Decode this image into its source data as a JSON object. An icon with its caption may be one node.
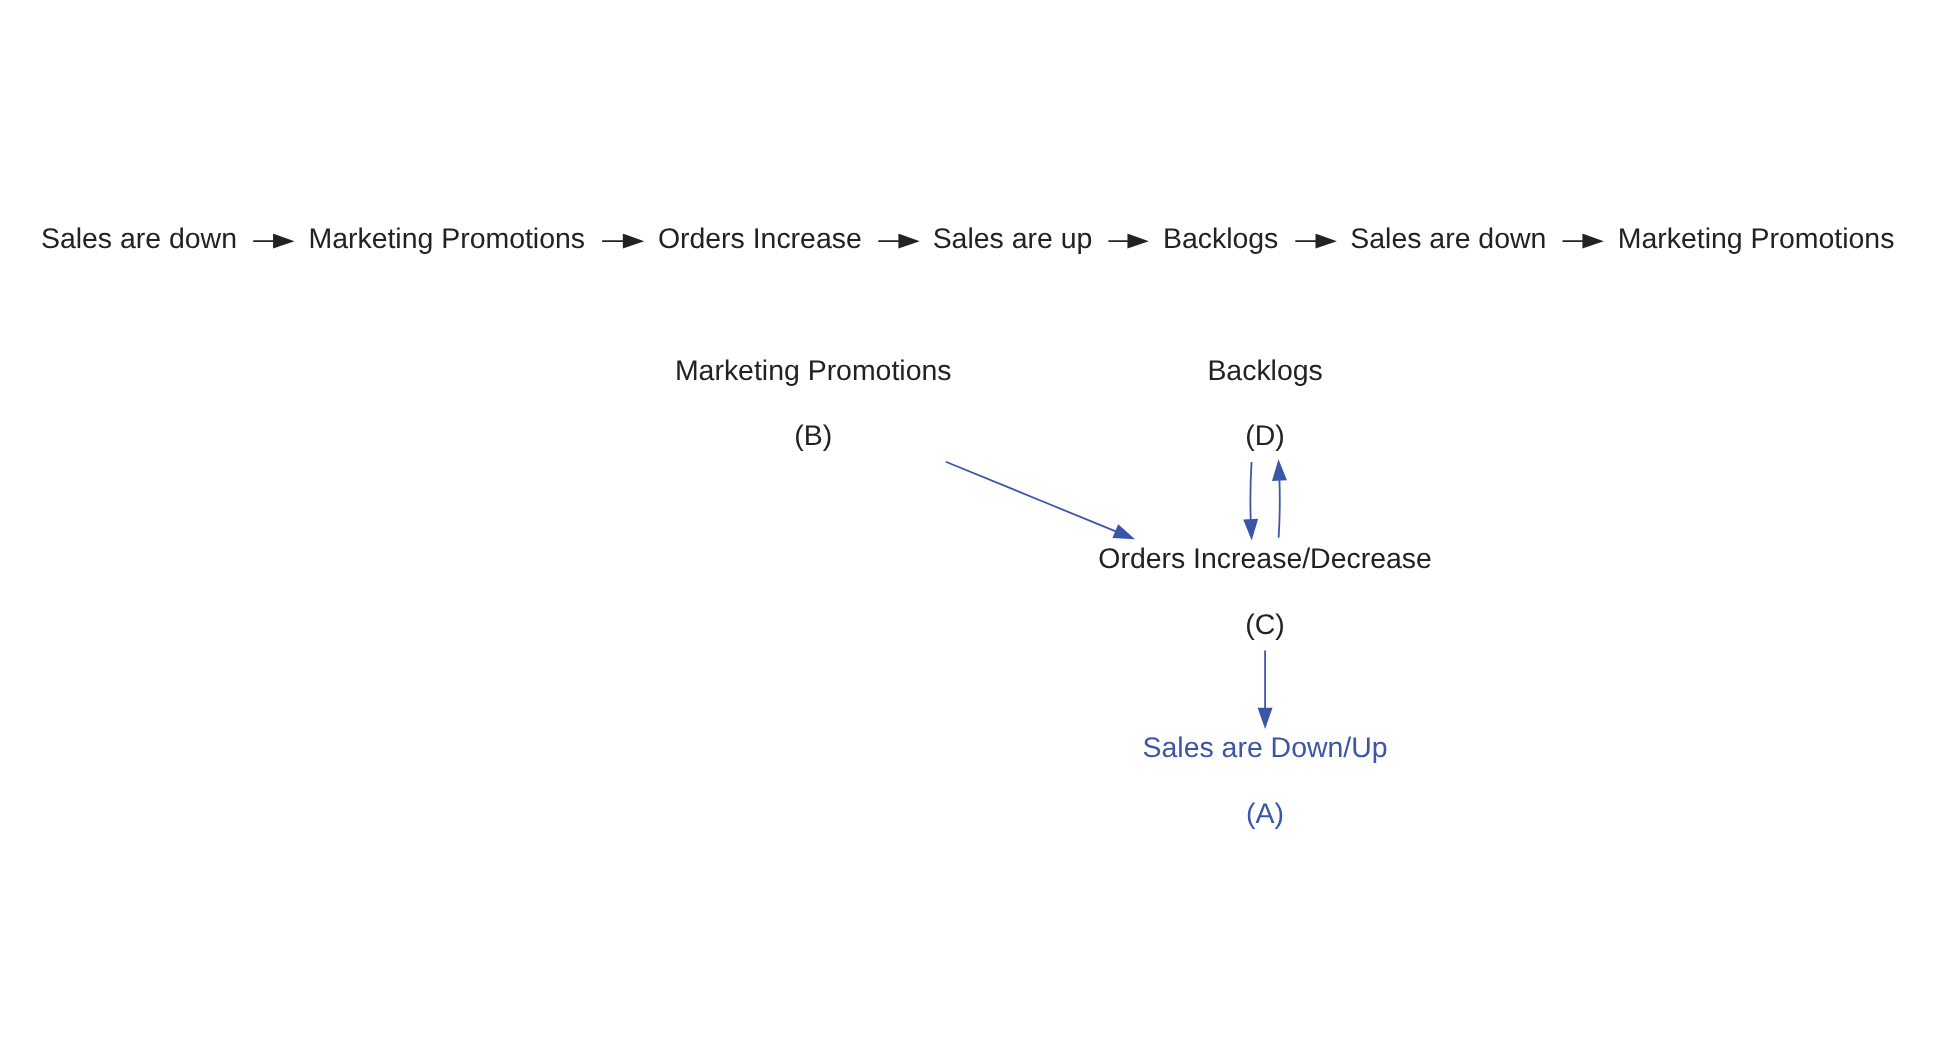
{
  "diagram": {
    "nodes": [
      {
        "text": [
          "Sales are down"
        ]
      },
      {
        "text": [
          "Marketing Promotions"
        ]
      },
      {
        "text": [
          "Orders Increase"
        ]
      },
      {
        "text": [
          "Sales are up"
        ]
      },
      {
        "text": [
          "Backlogs"
        ]
      },
      {
        "text": [
          "Sales are down"
        ]
      },
      {
        "text": [
          "Marketing Promotions"
        ]
      },
      {
        "text": [
          "Marketing Promotions",
          "(B)"
        ]
      },
      {
        "text": [
          "Orders Increase/Decrease",
          "(C)"
        ]
      },
      {
        "text": [
          "Backlogs",
          "(D)"
        ]
      },
      {
        "text": [
          "Sales are Down/Up",
          "(A)"
        ]
      }
    ],
    "edges": [
      {
        "from": 0,
        "to": 1,
        "arrow": "to"
      },
      {
        "from": 1,
        "to": 2,
        "arrow": "to"
      },
      {
        "from": 2,
        "to": 3,
        "arrow": "to"
      },
      {
        "from": 3,
        "to": 4,
        "arrow": "to"
      },
      {
        "from": 4,
        "to": 5,
        "arrow": "to"
      },
      {
        "from": 5,
        "to": 6,
        "arrow": "to"
      },
      {
        "from": 7,
        "to": 8,
        "arrow": "to",
        "color": "#3b55a8"
      },
      {
        "from": 9,
        "to": 8,
        "arrow": "to",
        "color": "#3b55a8"
      },
      {
        "from": 8,
        "to": 10,
        "arrow": "to",
        "color": "#3b55a8"
      },
      {
        "from": 8,
        "to": 9,
        "arrow": "to",
        "color": "#3b55a8"
      }
    ]
  }
}
